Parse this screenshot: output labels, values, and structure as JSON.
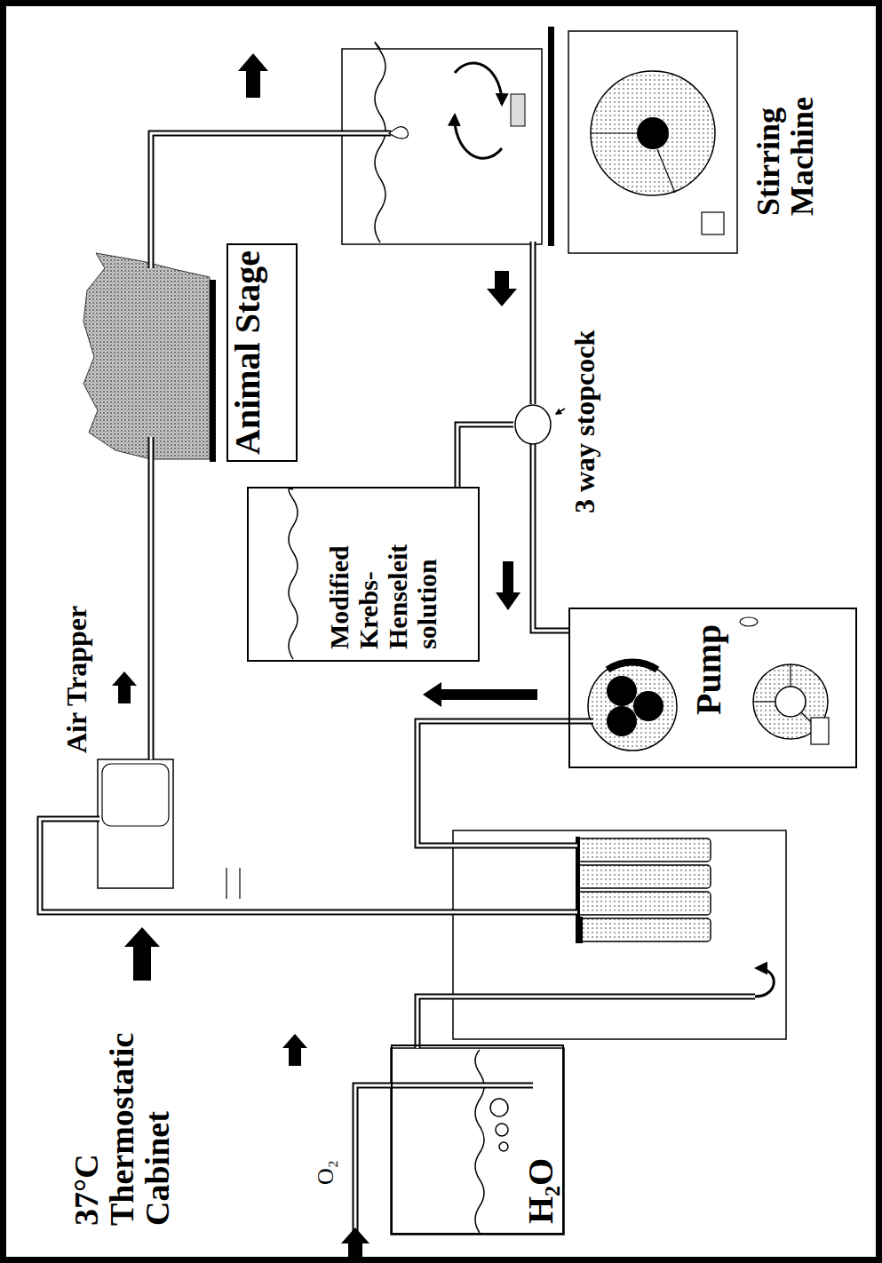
{
  "diagram": {
    "nodes": [
      {
        "text": [
          "37°C Thermostatic Cabinet"
        ]
      },
      {
        "text": [
          "H₂O"
        ],
        "in": 0
      },
      {
        "text": [
          "Air Trapper"
        ],
        "in": 0
      },
      {
        "text": [
          "Pump"
        ],
        "in": 0
      },
      {
        "text": [
          "Modified Krebs-Henseleit solution"
        ],
        "in": 0
      },
      {
        "text": [
          "Animal Stage"
        ],
        "in": 0
      },
      {
        "text": [
          "3 way stopcock"
        ],
        "in": 0
      },
      {
        "text": [
          "Stirring Machine"
        ],
        "in": 0
      }
    ],
    "edges": [
      {
        "from": 4,
        "to": 6,
        "arrow": "none"
      },
      {
        "from": 6,
        "to": 3,
        "arrow": "none"
      }
    ],
    "labels": [
      "O₂"
    ]
  }
}
